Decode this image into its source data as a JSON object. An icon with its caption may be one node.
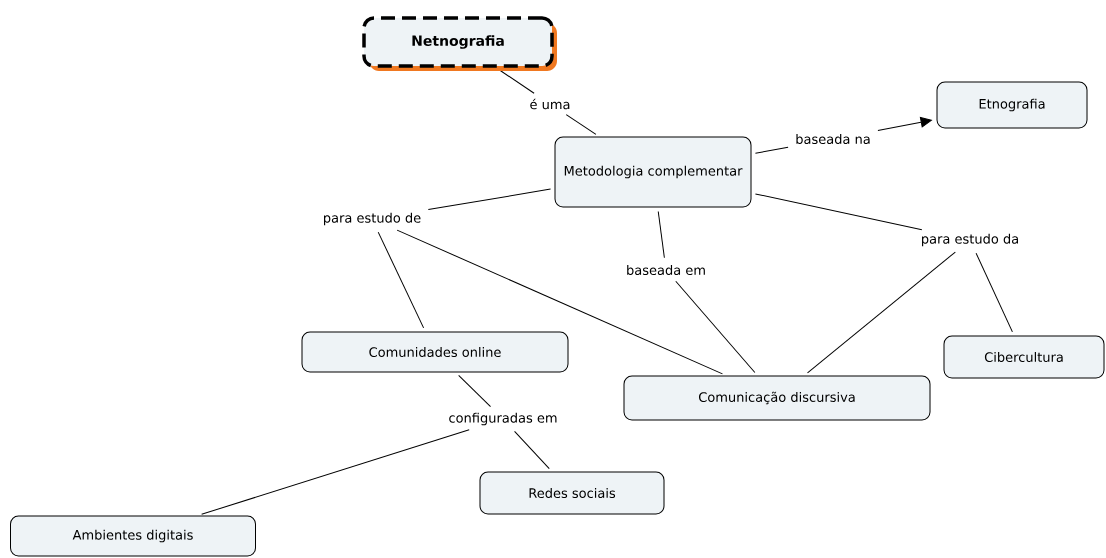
{
  "diagram": {
    "nodes": [
      {
        "text": [
          "Netnografia"
        ]
      },
      {
        "text": [
          "é uma"
        ]
      },
      {
        "text": [
          "Metodologia complementar"
        ]
      },
      {
        "text": [
          "baseada na"
        ]
      },
      {
        "text": [
          "Etnografia"
        ]
      },
      {
        "text": [
          "para estudo de"
        ]
      },
      {
        "text": [
          "baseada em"
        ]
      },
      {
        "text": [
          "para estudo da"
        ]
      },
      {
        "text": [
          "Comunidades online"
        ]
      },
      {
        "text": [
          "Comunicação discursiva"
        ]
      },
      {
        "text": [
          "Cibercultura"
        ]
      },
      {
        "text": [
          "configuradas em"
        ]
      },
      {
        "text": [
          "Redes sociais"
        ]
      },
      {
        "text": [
          "Ambientes digitais"
        ]
      }
    ],
    "edges": [
      {
        "from": 0,
        "to": 1,
        "arrow": "none"
      },
      {
        "from": 1,
        "to": 2,
        "arrow": "none"
      },
      {
        "from": 2,
        "to": 3,
        "arrow": "none"
      },
      {
        "from": 3,
        "to": 4,
        "arrow": "to"
      },
      {
        "from": 2,
        "to": 5,
        "arrow": "none"
      },
      {
        "from": 5,
        "to": 8,
        "arrow": "none"
      },
      {
        "from": 5,
        "to": 9,
        "arrow": "none"
      },
      {
        "from": 2,
        "to": 6,
        "arrow": "none"
      },
      {
        "from": 6,
        "to": 9,
        "arrow": "none"
      },
      {
        "from": 2,
        "to": 7,
        "arrow": "none"
      },
      {
        "from": 7,
        "to": 9,
        "arrow": "none"
      },
      {
        "from": 7,
        "to": 10,
        "arrow": "none"
      },
      {
        "from": 8,
        "to": 11,
        "arrow": "none"
      },
      {
        "from": 11,
        "to": 12,
        "arrow": "none"
      },
      {
        "from": 11,
        "to": 13,
        "arrow": "none"
      }
    ]
  }
}
